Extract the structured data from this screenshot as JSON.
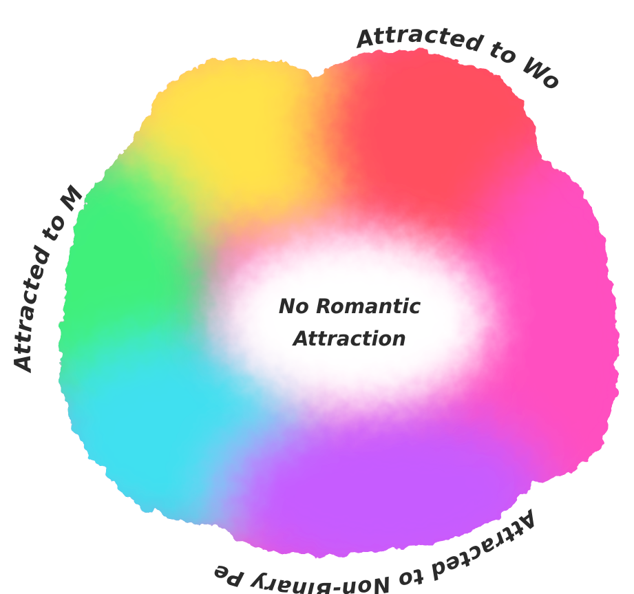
{
  "labels": {
    "women": "Attracted to Women",
    "men": "Attracted to Men",
    "nonbinary": "Attracted to Non-Binary People",
    "center_line1": "No Romantic",
    "center_line2": "Attraction"
  },
  "colors": {
    "women": "#ff4f5e",
    "men": "#3ff07a",
    "nonbinary": "#c65cff",
    "yellow": "#ffe34a",
    "pink": "#ff50c0",
    "cyan": "#3fe0f0",
    "center": "#ffffff",
    "text": "#2b2b2b"
  }
}
